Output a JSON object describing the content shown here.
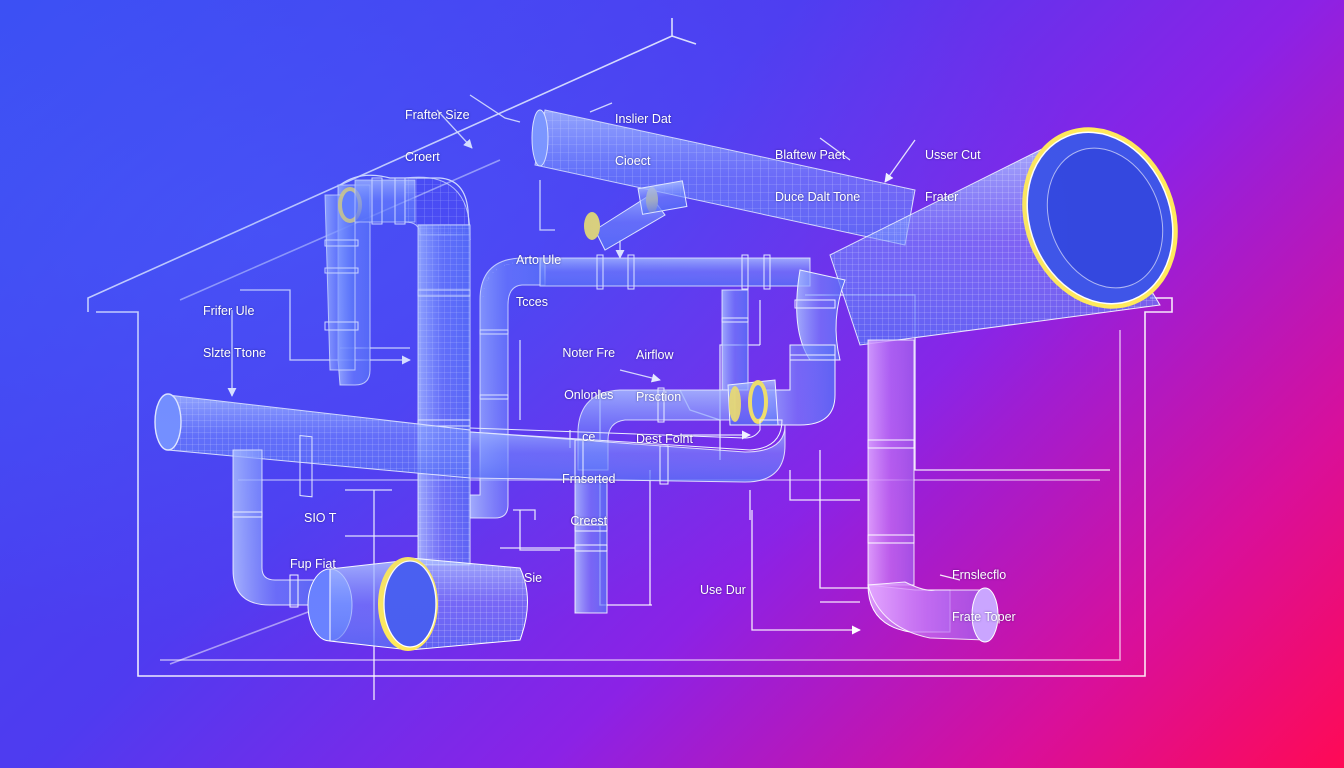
{
  "colors": {
    "background_start": "#3a4cf2",
    "background_end": "#ff0a55",
    "line": "#ffffff",
    "pipe_fill": "#7f9bff",
    "pipe_rim": "#ffe95c",
    "pipe_pink": "#d68bff"
  },
  "labels": {
    "filter_size_closet": [
      "Frafter Size",
      "Croert"
    ],
    "installer_duct_closet": [
      "Inslier Dat",
      "Cioect"
    ],
    "blastew_duct": [
      "Blaftew Paet",
      "Duce Dalt Tone"
    ],
    "user_cut_filter": [
      "Usser Cut",
      "Frater"
    ],
    "air_tile_tones": [
      "Arto Ule",
      "Tcces"
    ],
    "filter_tile_size_tone": [
      "Frifer Ule",
      "Slzte Ttone"
    ],
    "noter_fire_onlonies": [
      "Noter Fre",
      "Onlonles",
      "ce",
      "Frnserted",
      "Creest"
    ],
    "airflow_protection": [
      "Airflow",
      "Prsction",
      "Dest Foint"
    ],
    "size_t": [
      "SIO T"
    ],
    "fup_flat": [
      "Fup Fiat"
    ],
    "sie": [
      "Sie"
    ],
    "use_dur": [
      "Use Dur"
    ],
    "protection_fiate_toper": [
      "Frnslecflo",
      "Frate Toper"
    ]
  }
}
